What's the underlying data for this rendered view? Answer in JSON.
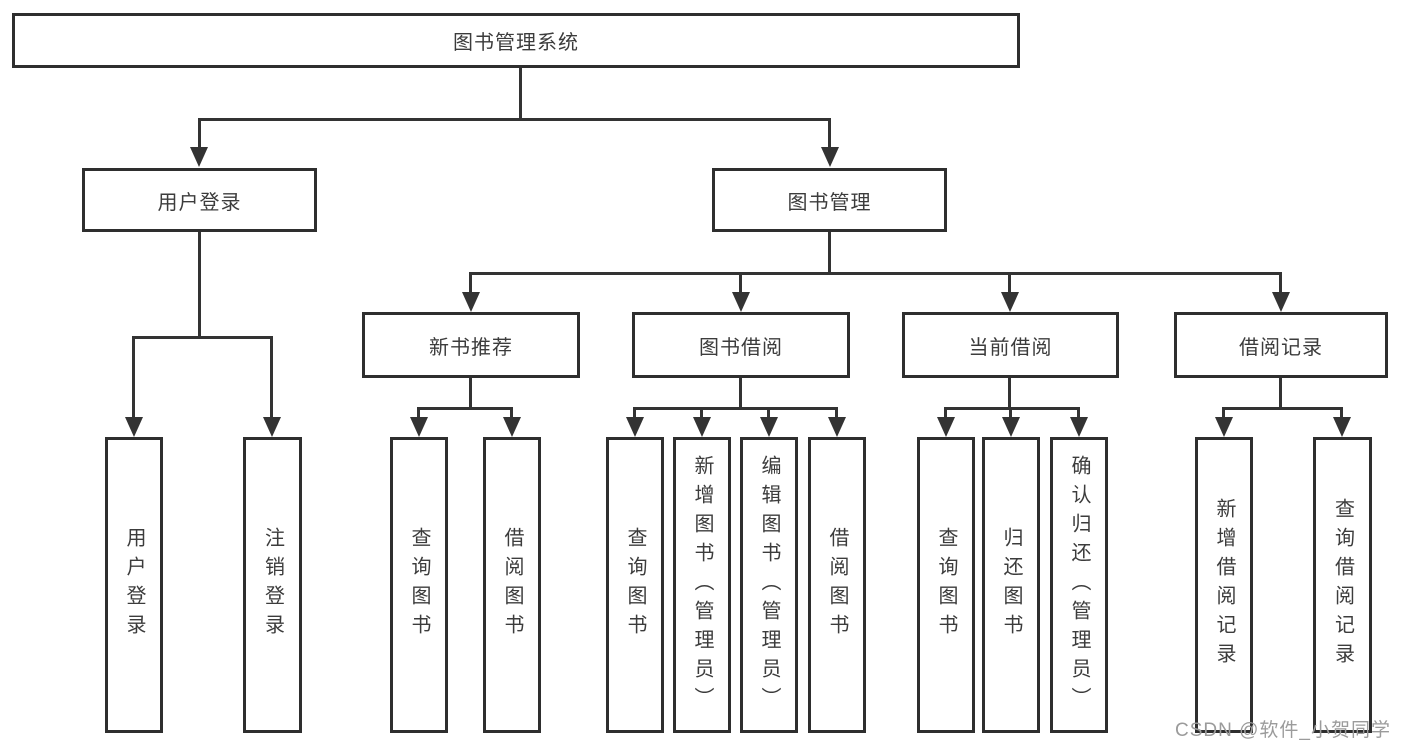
{
  "nodes": {
    "root": "图书管理系统",
    "user_login": "用户登录",
    "book_mgmt": "图书管理",
    "new_books": "新书推荐",
    "book_borrow": "图书借阅",
    "current_borrow": "当前借阅",
    "borrow_records": "借阅记录",
    "leaf_user_login": "用户登录",
    "leaf_logout": "注销登录",
    "nb_query": "查询图书",
    "nb_borrow": "借阅图书",
    "bw_query": "查询图书",
    "bw_add": "新增图书（管理员）",
    "bw_edit": "编辑图书（管理员）",
    "bw_borrow": "借阅图书",
    "cur_query": "查询图书",
    "cur_return": "归还图书",
    "cur_confirm": "确认归还（管理员）",
    "rec_add": "新增借阅记录",
    "rec_query": "查询借阅记录"
  },
  "watermark": "CSDN @软件_小贺同学",
  "colors": {
    "line": "#333333",
    "border": "#2e2e2e",
    "text": "#3c3c3c",
    "watermark": "#9b9b9b",
    "background": "#ffffff"
  }
}
